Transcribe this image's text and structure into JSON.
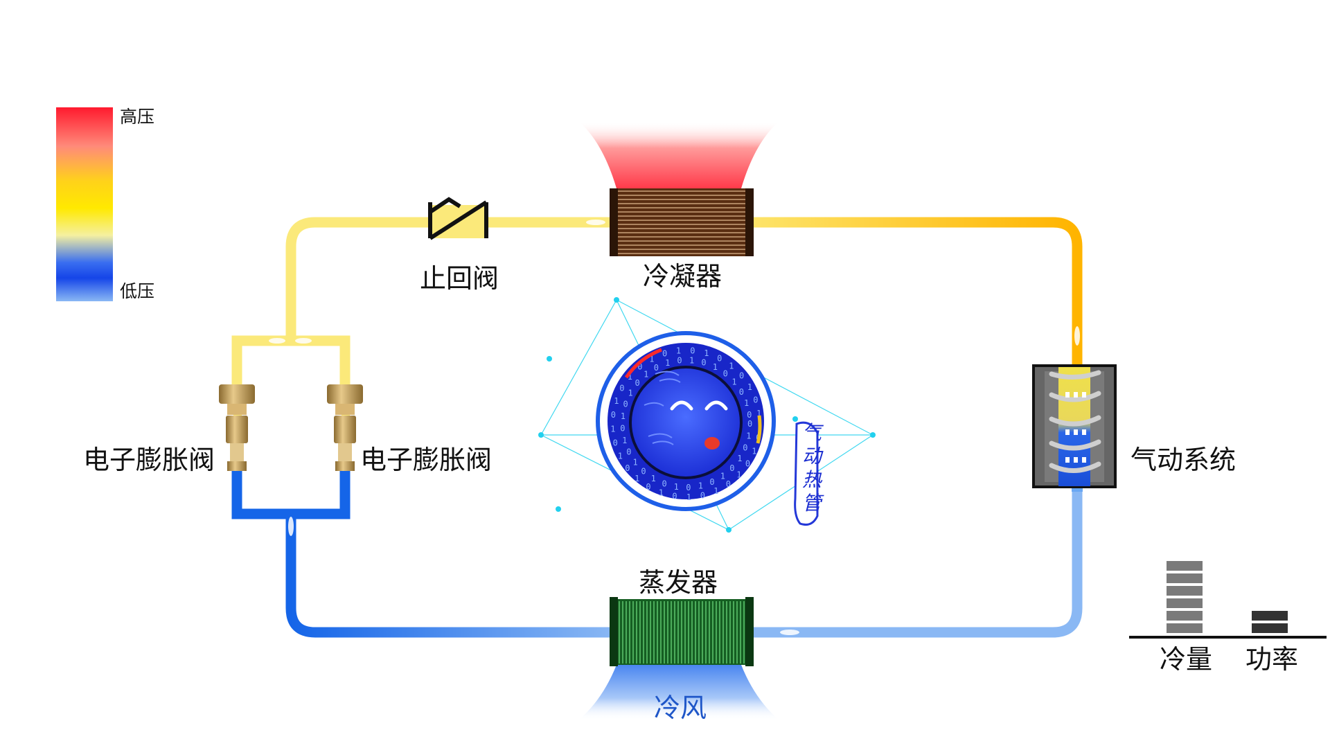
{
  "legend": {
    "high_label": "高压",
    "low_label": "低压",
    "colors": [
      "#ff1a2e",
      "#ff8a7a",
      "#ffd21a",
      "#ffe900",
      "#f5f0a0",
      "#3a6ef0",
      "#1545e8",
      "#8ab8f4"
    ]
  },
  "components": {
    "check_valve": "止回阀",
    "condenser": "冷凝器",
    "evaporator": "蒸发器",
    "cold_air": "冷风",
    "expansion_valve_left": "电子膨胀阀",
    "expansion_valve_right": "电子膨胀阀",
    "pneumatic_system": "气动系统"
  },
  "logo": {
    "text": "气动热管",
    "binary_glyphs": "0 1"
  },
  "bars": {
    "cooling_label": "冷量",
    "power_label": "功率",
    "cooling_level": 6,
    "power_level": 2
  },
  "colors": {
    "high_pipe": "#fbe97a",
    "mid_pipe": "#ffb800",
    "low_pipe": "#1565e8",
    "low_pipe_light": "#6aa8f4",
    "condenser": "#6b3a1a",
    "evaporator": "#1c6e2a",
    "logo_blue": "#1e3fe0"
  }
}
